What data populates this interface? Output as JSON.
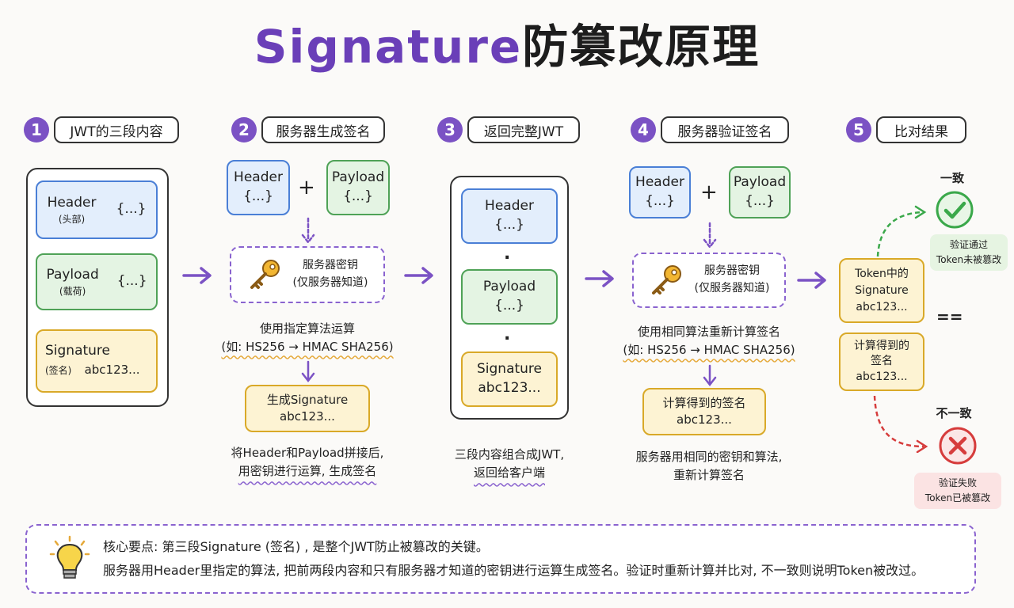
{
  "title": {
    "en": "Signature",
    "zh": "防篡改原理"
  },
  "steps": [
    {
      "num": "1",
      "label": "JWT的三段内容"
    },
    {
      "num": "2",
      "label": "服务器生成签名"
    },
    {
      "num": "3",
      "label": "返回完整JWT"
    },
    {
      "num": "4",
      "label": "服务器验证签名"
    },
    {
      "num": "5",
      "label": "比对结果"
    }
  ],
  "col1": {
    "header": "Header",
    "header_sub": "(头部)",
    "header_val": "{...}",
    "payload": "Payload",
    "payload_sub": "(载荷)",
    "payload_val": "{...}",
    "signature": "Signature",
    "signature_sub": "(签名)",
    "signature_val": "abc123..."
  },
  "col2": {
    "header": "Header",
    "header_val": "{...}",
    "plus": "+",
    "payload": "Payload",
    "payload_val": "{...}",
    "key_line1": "服务器密钥",
    "key_line2": "(仅服务器知道)",
    "algo_line1": "使用指定算法运算",
    "algo_line2": "(如: HS256 → HMAC SHA256)",
    "gen_line1": "生成Signature",
    "gen_line2": "abc123...",
    "note_line1": "将Header和Payload拼接后,",
    "note_line2": "用密钥进行运算, 生成签名"
  },
  "col3": {
    "header": "Header",
    "header_val": "{...}",
    "dot1": ".",
    "dot2": ".",
    "payload": "Payload",
    "payload_val": "{...}",
    "signature": "Signature",
    "signature_val": "abc123...",
    "note_line1": "三段内容组合成JWT,",
    "note_line2": "返回给客户端"
  },
  "col4": {
    "header": "Header",
    "header_val": "{...}",
    "plus": "+",
    "payload": "Payload",
    "payload_val": "{...}",
    "key_line1": "服务器密钥",
    "key_line2": "(仅服务器知道)",
    "algo_line1": "使用相同算法重新计算签名",
    "algo_line2": "(如: HS256 → HMAC SHA256)",
    "calc_line1": "计算得到的签名",
    "calc_line2": "abc123...",
    "note_line1": "服务器用相同的密钥和算法,",
    "note_line2": "重新计算签名"
  },
  "col5": {
    "token_line1": "Token中的",
    "token_line2": "Signature",
    "token_line3": "abc123...",
    "eq": "==",
    "calc_line1": "计算得到的",
    "calc_line2": "签名",
    "calc_line3": "abc123...",
    "ok_label": "一致",
    "ok_line1": "验证通过",
    "ok_line2": "Token未被篡改",
    "bad_label": "不一致",
    "bad_line1": "验证失败",
    "bad_line2": "Token已被篡改"
  },
  "bottom": {
    "line1": "核心要点: 第三段Signature (签名) , 是整个JWT防止被篡改的关键。",
    "line2": "服务器用Header里指定的算法, 把前两段内容和只有服务器才知道的密钥进行运算生成签名。验证时重新计算并比对, 不一致则说明Token被改过。"
  },
  "colors": {
    "accent": "#7b52c4",
    "ok": "#3aa84a",
    "bad": "#d63c3c"
  },
  "icons": [
    "key-icon",
    "check-icon",
    "cross-icon",
    "lightbulb-icon",
    "arrow-right-icon",
    "arrow-down-icon"
  ]
}
